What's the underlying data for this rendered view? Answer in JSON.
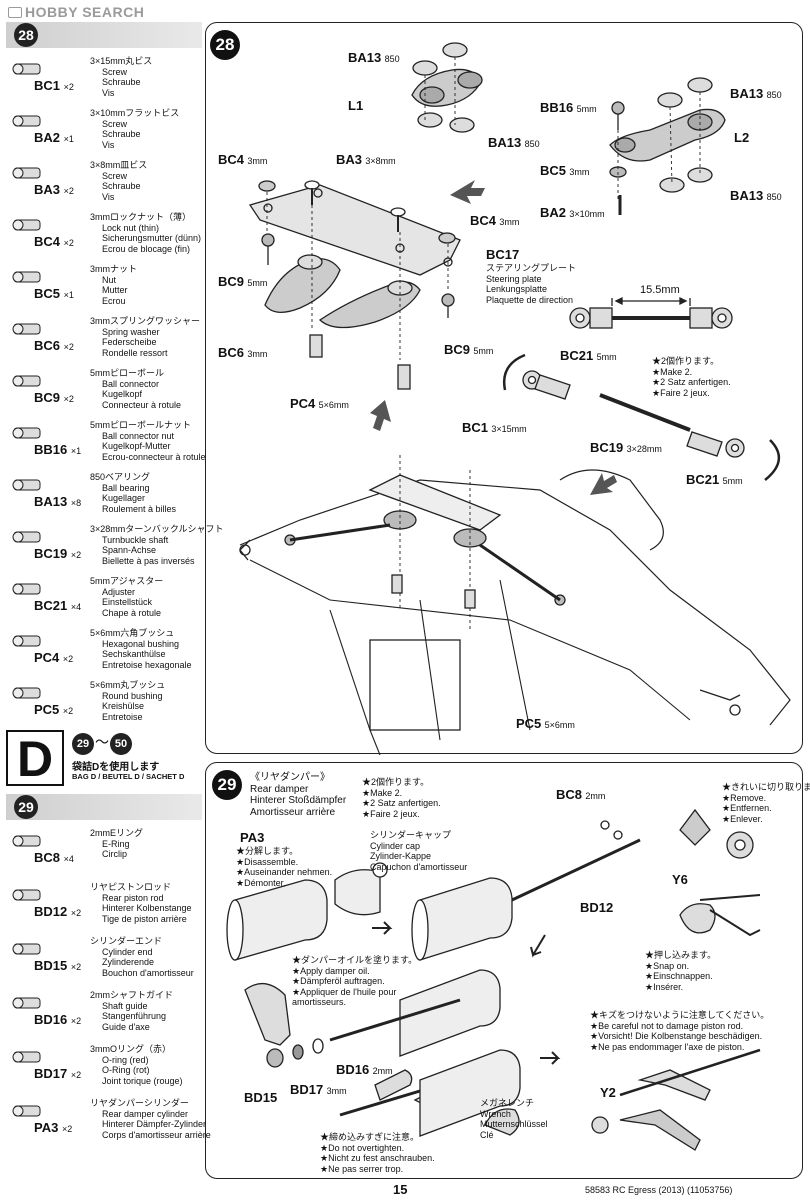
{
  "watermark": "HOBBY SEARCH",
  "step28": {
    "number": "28",
    "parts": [
      {
        "code": "BC1",
        "qty": "×2",
        "jp": "3×15mm丸ビス",
        "en": "Screw",
        "de": "Schraube",
        "fr": "Vis"
      },
      {
        "code": "BA2",
        "qty": "×1",
        "jp": "3×10mmフラットビス",
        "en": "Screw",
        "de": "Schraube",
        "fr": "Vis"
      },
      {
        "code": "BA3",
        "qty": "×2",
        "jp": "3×8mm皿ビス",
        "en": "Screw",
        "de": "Schraube",
        "fr": "Vis"
      },
      {
        "code": "BC4",
        "qty": "×2",
        "jp": "3mmロックナット（薄）",
        "en": "Lock nut (thin)",
        "de": "Sicherungsmutter (dünn)",
        "fr": "Ecrou de blocage (fin)"
      },
      {
        "code": "BC5",
        "qty": "×1",
        "jp": "3mmナット",
        "en": "Nut",
        "de": "Mutter",
        "fr": "Ecrou"
      },
      {
        "code": "BC6",
        "qty": "×2",
        "jp": "3mmスプリングワッシャー",
        "en": "Spring washer",
        "de": "Federscheibe",
        "fr": "Rondelle ressort"
      },
      {
        "code": "BC9",
        "qty": "×2",
        "jp": "5mmピローボール",
        "en": "Ball connector",
        "de": "Kugelkopf",
        "fr": "Connecteur à rotule"
      },
      {
        "code": "BB16",
        "qty": "×1",
        "jp": "5mmピローボールナット",
        "en": "Ball connector nut",
        "de": "Kugelkopf-Mutter",
        "fr": "Ecrou-connecteur à rotule"
      },
      {
        "code": "BA13",
        "qty": "×8",
        "jp": "850ベアリング",
        "en": "Ball bearing",
        "de": "Kugellager",
        "fr": "Roulement à billes"
      },
      {
        "code": "BC19",
        "qty": "×2",
        "jp": "3×28mmターンバックルシャフト",
        "en": "Turnbuckle shaft",
        "de": "Spann-Achse",
        "fr": "Biellette à pas inversés"
      },
      {
        "code": "BC21",
        "qty": "×4",
        "jp": "5mmアジャスター",
        "en": "Adjuster",
        "de": "Einstellstück",
        "fr": "Chape à rotule"
      },
      {
        "code": "PC4",
        "qty": "×2",
        "jp": "5×6mm六角ブッシュ",
        "en": "Hexagonal bushing",
        "de": "Sechskanthülse",
        "fr": "Entretoise hexagonale"
      },
      {
        "code": "PC5",
        "qty": "×2",
        "jp": "5×6mm丸ブッシュ",
        "en": "Round bushing",
        "de": "Kreishülse",
        "fr": "Entretoise"
      }
    ]
  },
  "bag": {
    "letter": "D",
    "range_start": "29",
    "range_sep": "〜",
    "range_end": "50",
    "jp": "袋詰Dを使用します",
    "multi": "BAG D / BEUTEL D / SACHET D"
  },
  "step29": {
    "number": "29",
    "parts": [
      {
        "code": "BC8",
        "qty": "×4",
        "jp": "2mmEリング",
        "en": "E-Ring",
        "de": "Circlip",
        "fr": ""
      },
      {
        "code": "BD12",
        "qty": "×2",
        "jp": "リヤピストンロッド",
        "en": "Rear piston rod",
        "de": "Hinterer Kolbenstange",
        "fr": "Tige de piston arrière"
      },
      {
        "code": "BD15",
        "qty": "×2",
        "jp": "シリンダーエンド",
        "en": "Cylinder end",
        "de": "Zylinderende",
        "fr": "Bouchon d'amortisseur"
      },
      {
        "code": "BD16",
        "qty": "×2",
        "jp": "2mmシャフトガイド",
        "en": "Shaft guide",
        "de": "Stangenführung",
        "fr": "Guide d'axe"
      },
      {
        "code": "BD17",
        "qty": "×2",
        "jp": "3mmOリング（赤）",
        "en": "O-ring (red)",
        "de": "O-Ring (rot)",
        "fr": "Joint torique (rouge)"
      },
      {
        "code": "PA3",
        "qty": "×2",
        "jp": "リヤダンパーシリンダー",
        "en": "Rear damper cylinder",
        "de": "Hinterer Dämpfer-Zylinder",
        "fr": "Corps d'amortisseur arrière"
      }
    ]
  },
  "diagram28": {
    "step": "28",
    "labels": {
      "ba13_a": "BA13",
      "ba13_a_sz": "850",
      "l1": "L1",
      "ba13_b": "BA13",
      "ba13_b_sz": "850",
      "bb16": "BB16",
      "bb16_sz": "5mm",
      "ba13_c": "BA13",
      "ba13_c_sz": "850",
      "l2": "L2",
      "bc5": "BC5",
      "bc5_sz": "3mm",
      "ba13_d": "BA13",
      "ba13_d_sz": "850",
      "ba2": "BA2",
      "ba2_sz": "3×10mm",
      "bc4_a": "BC4",
      "bc4_a_sz": "3mm",
      "ba3": "BA3",
      "ba3_sz": "3×8mm",
      "bc4_b": "BC4",
      "bc4_b_sz": "3mm",
      "bc17": "BC17",
      "bc17_jp": "ステアリングプレート",
      "bc17_en": "Steering plate",
      "bc17_de": "Lenkungsplatte",
      "bc17_fr": "Plaquette de direction",
      "bc9_a": "BC9",
      "bc9_a_sz": "5mm",
      "bc6": "BC6",
      "bc6_sz": "3mm",
      "bc9_b": "BC9",
      "bc9_b_sz": "5mm",
      "pc4": "PC4",
      "pc4_sz": "5×6mm",
      "dim": "15.5mm",
      "bc21_a": "BC21",
      "bc21_a_sz": "5mm",
      "make2_jp": "★2個作ります。",
      "make2_en": "★Make 2.",
      "make2_de": "★2 Satz anfertigen.",
      "make2_fr": "★Faire 2 jeux.",
      "bc19": "BC19",
      "bc19_sz": "3×28mm",
      "bc21_b": "BC21",
      "bc21_b_sz": "5mm",
      "bc1": "BC1",
      "bc1_sz": "3×15mm",
      "pc5": "PC5",
      "pc5_sz": "5×6mm"
    }
  },
  "diagram29": {
    "step": "29",
    "title_jp": "《リヤダンパー》",
    "title_de": "Hinterer Stoßdämpfer",
    "title_en": "Rear damper",
    "title_fr": "Amortisseur arrière",
    "make2_jp": "★2個作ります。",
    "make2_en": "★Make 2.",
    "make2_de": "★2 Satz anfertigen.",
    "make2_fr": "★Faire 2 jeux.",
    "pa3": "PA3",
    "disassemble_jp": "★分解します。",
    "disassemble_en": "★Disassemble.",
    "disassemble_de": "★Auseinander nehmen.",
    "disassemble_fr": "★Démonter.",
    "cap_jp": "シリンダーキャップ",
    "cap_en": "Cylinder cap",
    "cap_de": "Zylinder-Kappe",
    "cap_fr": "Capuchon d'amortisseur",
    "bc8": "BC8",
    "bc8_sz": "2mm",
    "remove_jp": "★きれいに切り取ります。",
    "remove_en": "★Remove.",
    "remove_de": "★Entfernen.",
    "remove_fr": "★Enlever.",
    "y6": "Y6",
    "bd12": "BD12",
    "snap_jp": "★押し込みます。",
    "snap_en": "★Snap on.",
    "snap_de": "★Einschnappen.",
    "snap_fr": "★Insérer.",
    "oil_jp": "★ダンパーオイルを塗ります。",
    "oil_en": "★Apply damper oil.",
    "oil_de": "★Dämpferöl auftragen.",
    "oil_fr1": "★Appliquer de l'huile pour",
    "oil_fr2": "amortisseurs.",
    "care_jp": "★キズをつけないように注意してください。",
    "care_en": "★Be careful not to damage piston rod.",
    "care_de": "★Vorsicht! Die Kolbenstange beschädigen.",
    "care_fr": "★Ne pas endommager l'axe de piston.",
    "bd16": "BD16",
    "bd16_sz": "2mm",
    "bd15": "BD15",
    "bd17": "BD17",
    "bd17_sz": "3mm",
    "wrench_jp": "メガネレンチ",
    "wrench_en": "Wrench",
    "wrench_de": "Mutternschlüssel",
    "wrench_fr": "Clé",
    "y2": "Y2",
    "tight_jp": "★締め込みすぎに注意。",
    "tight_en": "★Do not overtighten.",
    "tight_de": "★Nicht zu fest anschrauben.",
    "tight_fr": "★Ne pas serrer trop."
  },
  "footer": {
    "page": "15",
    "ref": "58583 RC Egress (2013) (11053756)"
  }
}
